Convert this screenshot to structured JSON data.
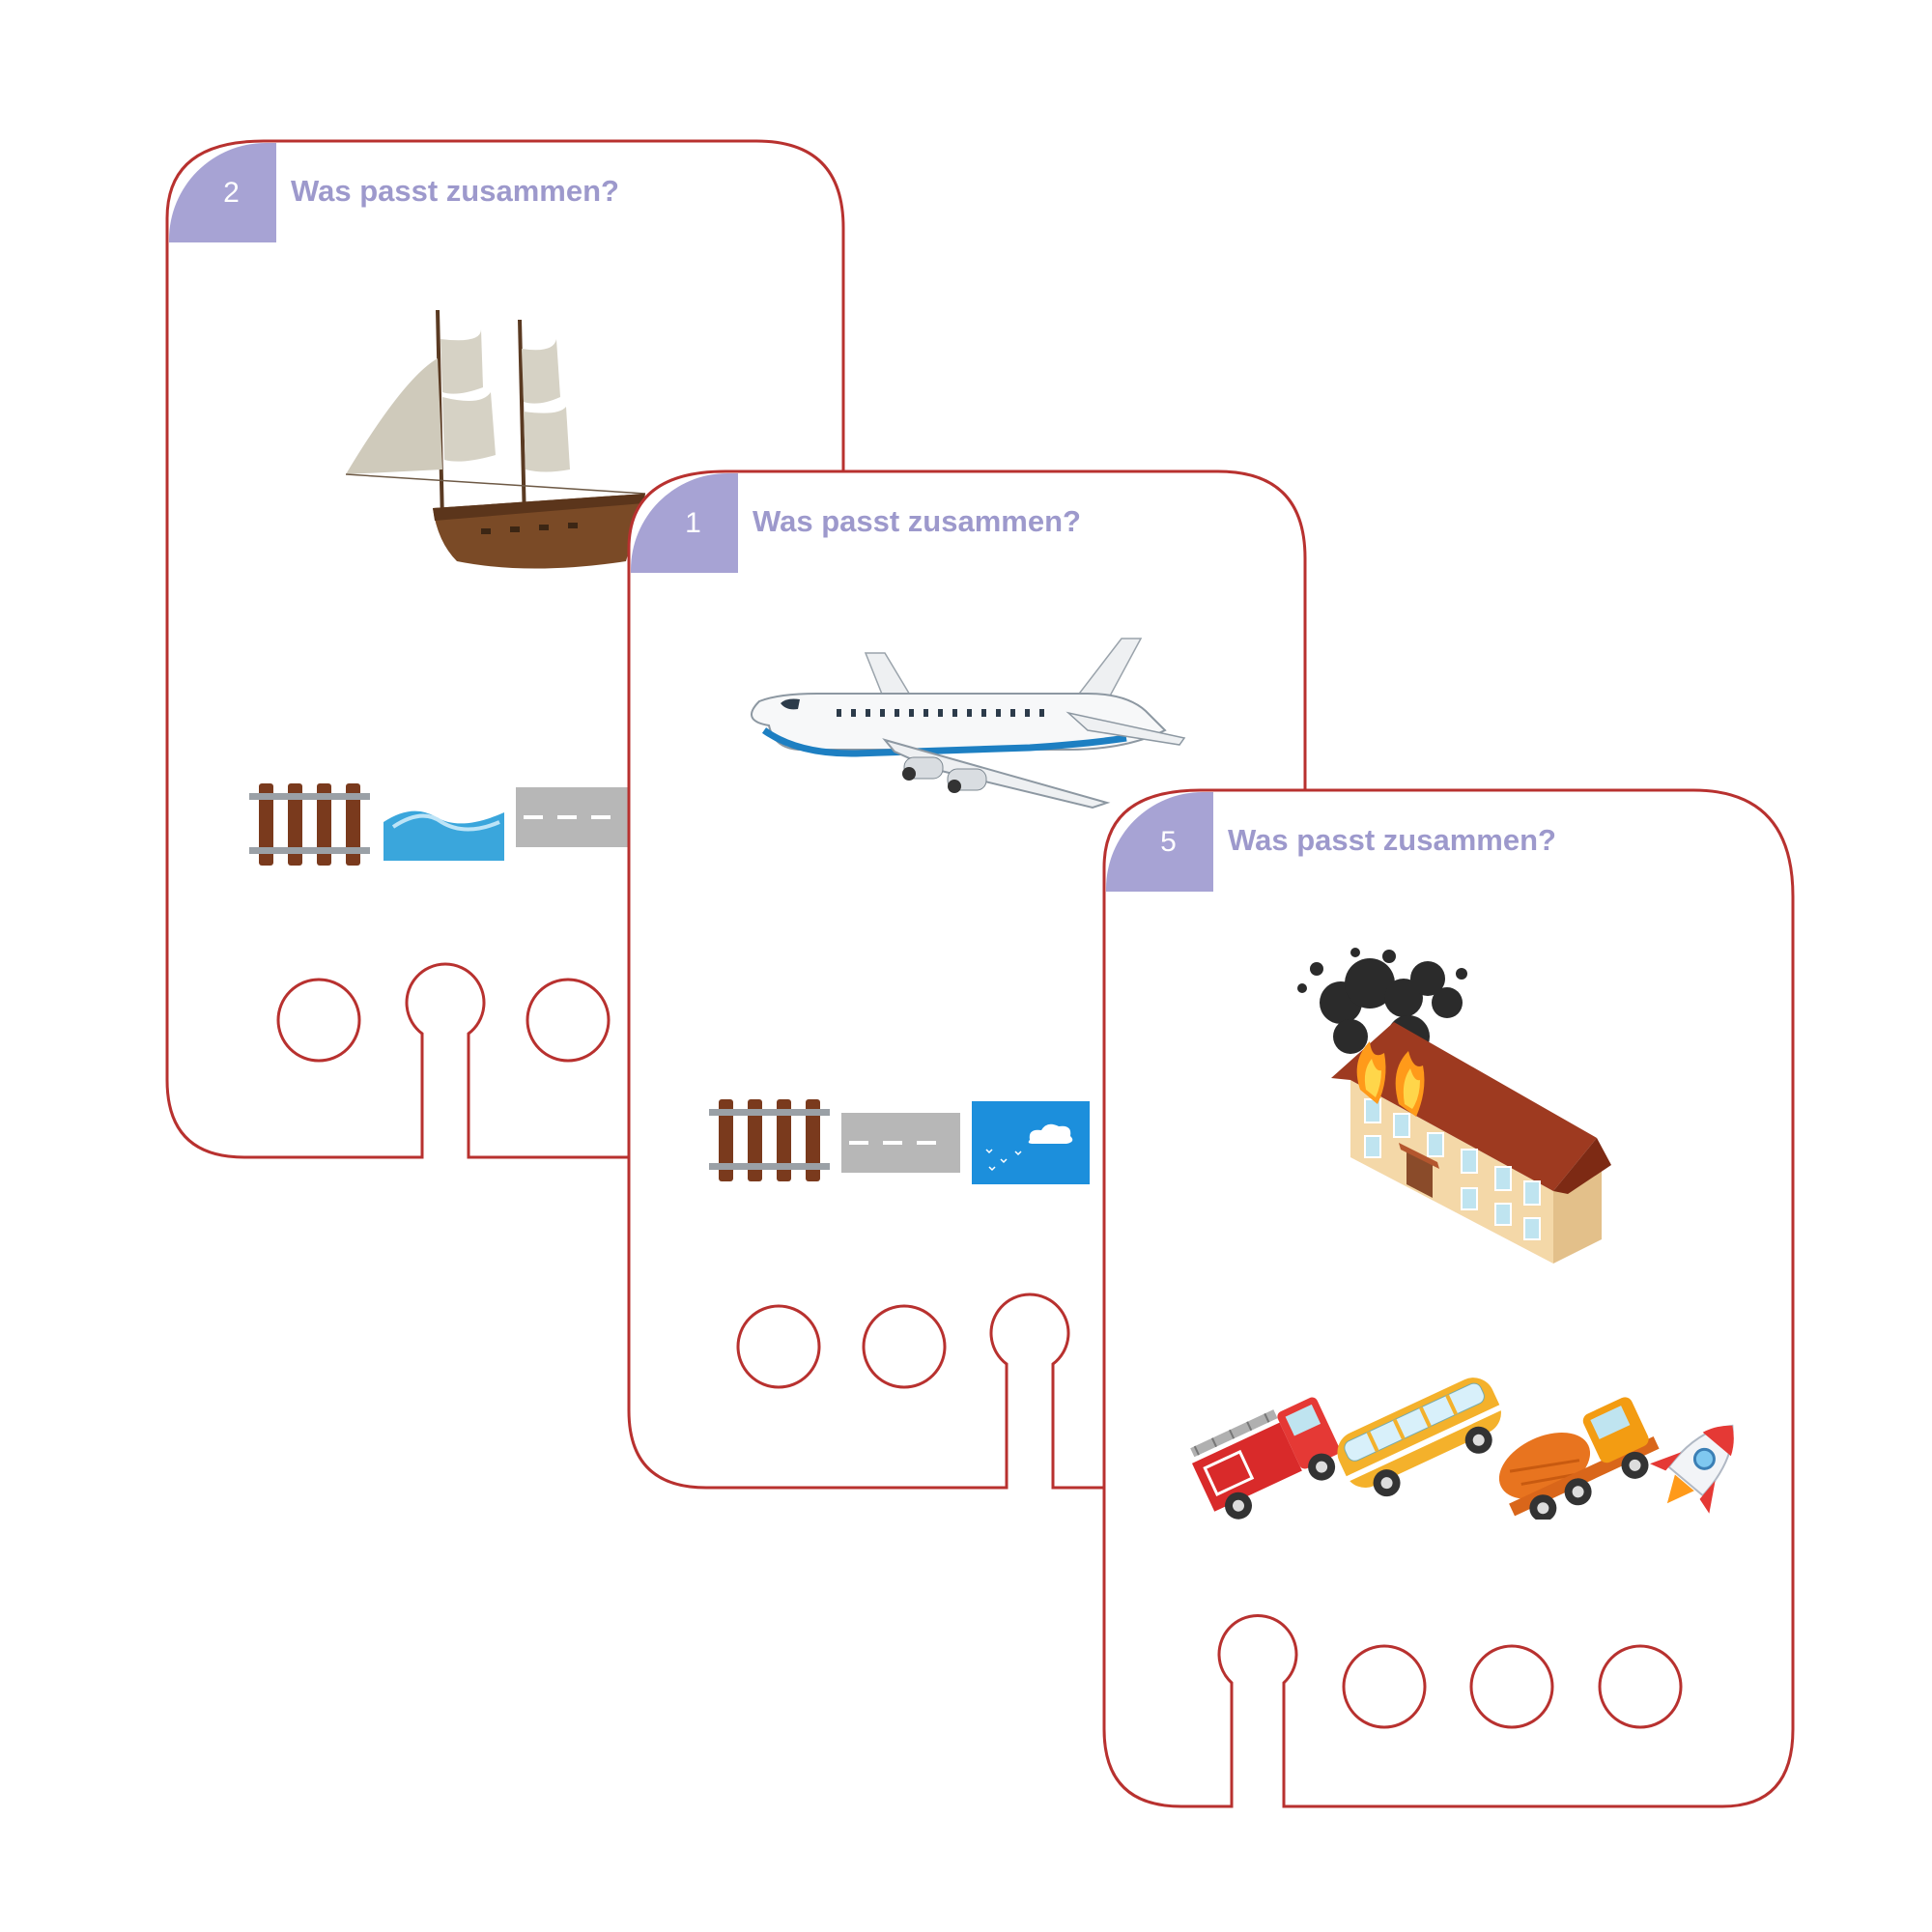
{
  "cards": [
    {
      "number": "2",
      "title": "Was passt zusammen?",
      "main_icon": "sailing-ship-icon",
      "options": [
        "railway-track-icon",
        "water-wave-icon",
        "road-icon"
      ]
    },
    {
      "number": "1",
      "title": "Was passt zusammen?",
      "main_icon": "airplane-icon",
      "options": [
        "railway-track-icon",
        "road-icon",
        "sky-icon"
      ]
    },
    {
      "number": "5",
      "title": "Was passt zusammen?",
      "main_icon": "burning-house-icon",
      "options": [
        "fire-truck-icon",
        "bus-icon",
        "cement-mixer-truck-icon",
        "rocket-icon"
      ]
    }
  ],
  "colors": {
    "frame": "#b8312f",
    "number_box": "#a7a3d4",
    "title": "#9d99cc"
  }
}
